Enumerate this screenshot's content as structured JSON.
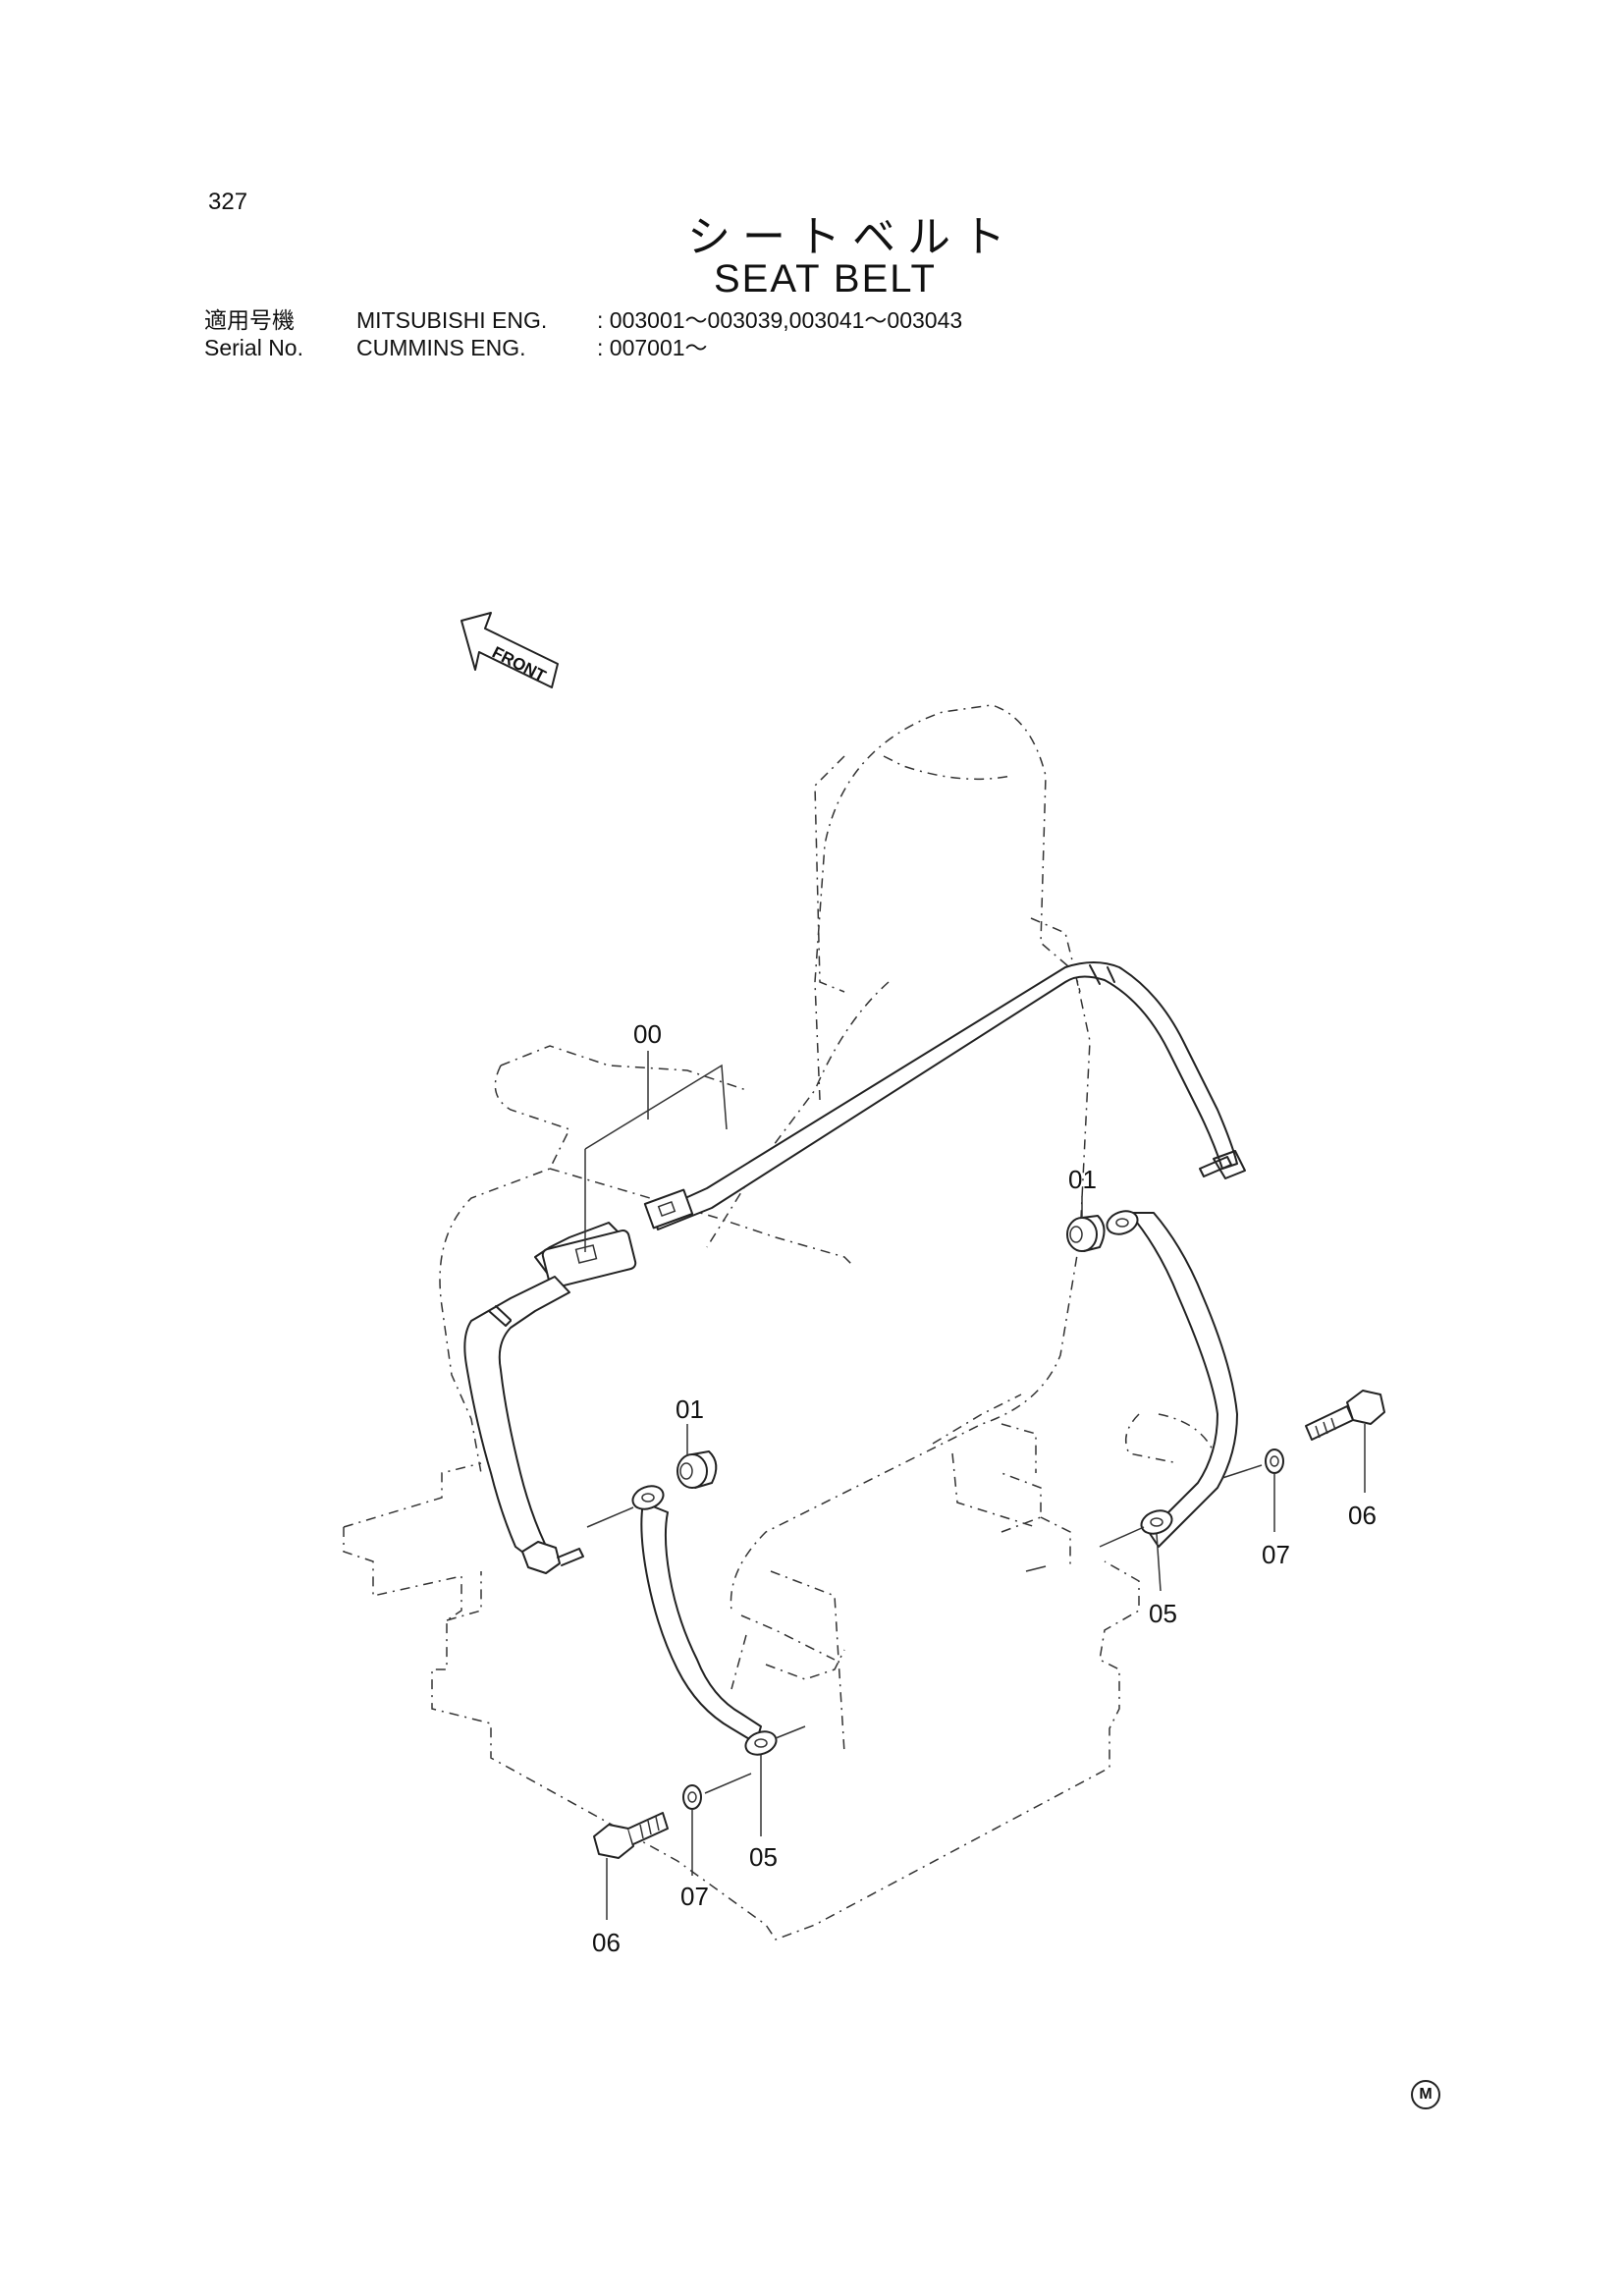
{
  "header": {
    "page_number": "327",
    "title_jp": "シートベルト",
    "title_en": "SEAT BELT"
  },
  "serials": [
    {
      "label": "適用号機",
      "engine": "MITSUBISHI  ENG.",
      "range": ": 003001～003039,003041～003043"
    },
    {
      "label": "Serial No.",
      "engine": "CUMMINS  ENG.",
      "range": ": 007001～"
    }
  ],
  "diagram": {
    "front_label": "FRONT",
    "callouts": [
      {
        "id": "00"
      },
      {
        "id": "01"
      },
      {
        "id": "01"
      },
      {
        "id": "05"
      },
      {
        "id": "05"
      },
      {
        "id": "06"
      },
      {
        "id": "06"
      },
      {
        "id": "07"
      },
      {
        "id": "07"
      }
    ]
  },
  "footer": {
    "maker_mark": "M"
  }
}
